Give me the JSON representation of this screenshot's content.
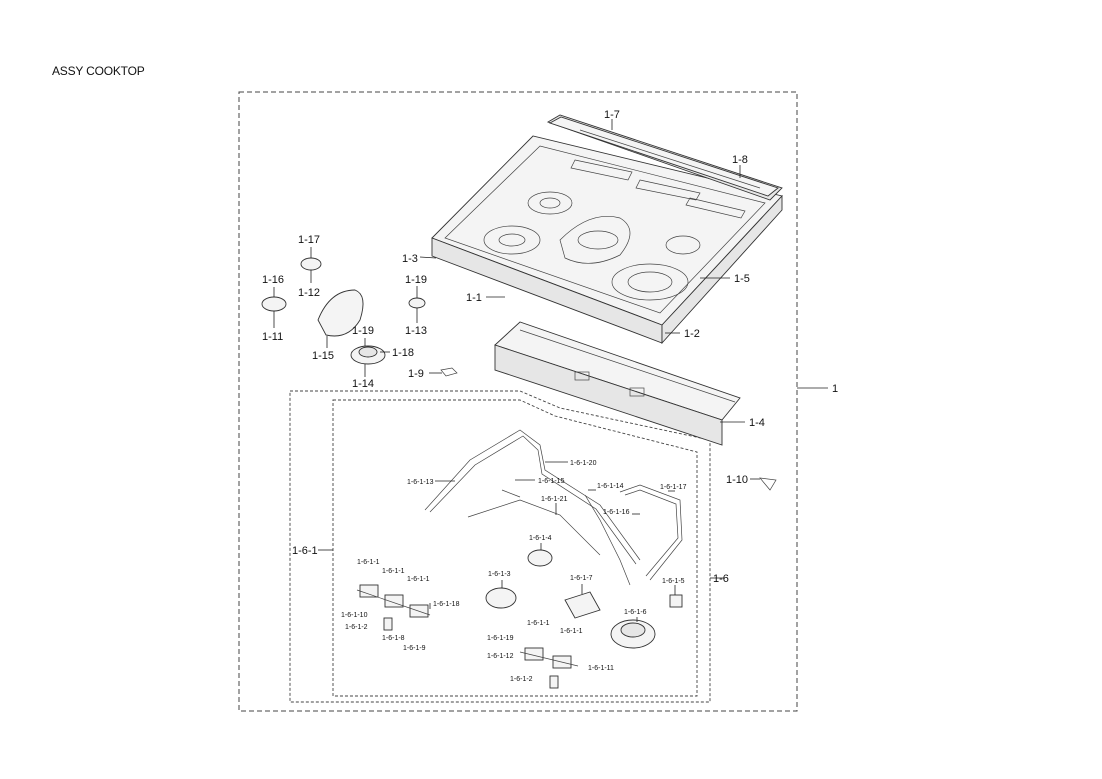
{
  "title": "ASSY COOKTOP",
  "labels": {
    "l1": "1",
    "l1_1": "1-1",
    "l1_2": "1-2",
    "l1_3": "1-3",
    "l1_4": "1-4",
    "l1_5": "1-5",
    "l1_6": "1-6",
    "l1_6_1": "1-6-1",
    "l1_7": "1-7",
    "l1_8": "1-8",
    "l1_9": "1-9",
    "l1_10": "1-10",
    "l1_11": "1-11",
    "l1_12": "1-12",
    "l1_13": "1-13",
    "l1_14": "1-14",
    "l1_15": "1-15",
    "l1_16": "1-16",
    "l1_17": "1-17",
    "l1_18": "1-18",
    "l1_19a": "1-19",
    "l1_19b": "1-19",
    "s20": "1-6-1-20",
    "s15": "1-6-1-15",
    "s13": "1-6-1-13",
    "s21": "1-6-1-21",
    "s14": "1-6-1-14",
    "s17": "1-6-1-17",
    "s16": "1-6-1-16",
    "s4": "1-6-1-4",
    "s3": "1-6-1-3",
    "s7": "1-6-1-7",
    "s5": "1-6-1-5",
    "s6": "1-6-1-6",
    "sa1": "1-6-1-1",
    "sb1": "1-6-1-1",
    "sc1": "1-6-1-1",
    "s18": "1-6-1-18",
    "s10": "1-6-1-10",
    "s2a": "1-6-1-2",
    "s8": "1-6-1-8",
    "s9": "1-6-1-9",
    "sd1": "1-6-1-1",
    "se1": "1-6-1-1",
    "s19": "1-6-1-19",
    "s12": "1-6-1-12",
    "s11": "1-6-1-11",
    "s2b": "1-6-1-2"
  }
}
